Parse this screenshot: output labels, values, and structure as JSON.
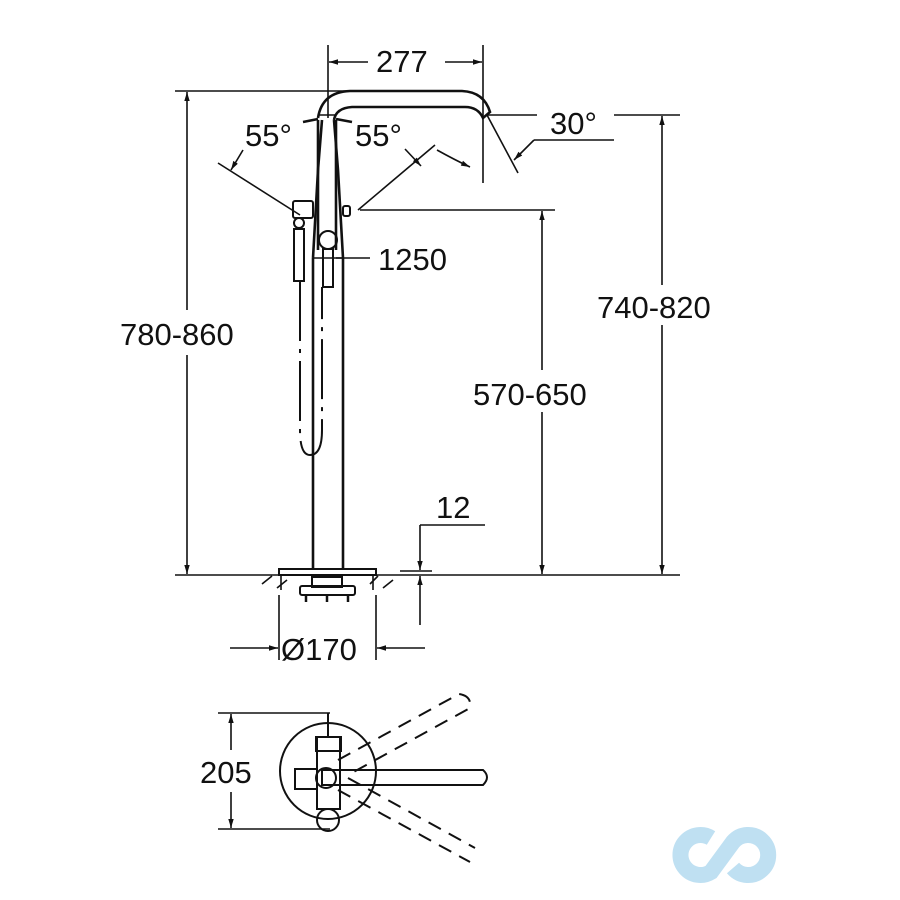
{
  "drawing": {
    "subject": "freestanding bath mixer dimension drawing",
    "units": "mm",
    "line_color": "#111111",
    "background": "#ffffff"
  },
  "dimensions": {
    "spout_reach": "277",
    "handle_angle_left": "55°",
    "handle_angle_right": "55°",
    "spout_swivel_angle": "30°",
    "hose_length": "1250",
    "overall_height": "780-860",
    "spout_outlet_height": "740-820",
    "handshower_height": "570-650",
    "floor_plate_thickness": "12",
    "base_diameter": "Ø170",
    "plan_depth": "205"
  },
  "logo": {
    "name": "infinity-cd-logo",
    "color": "#bfe0f2"
  }
}
